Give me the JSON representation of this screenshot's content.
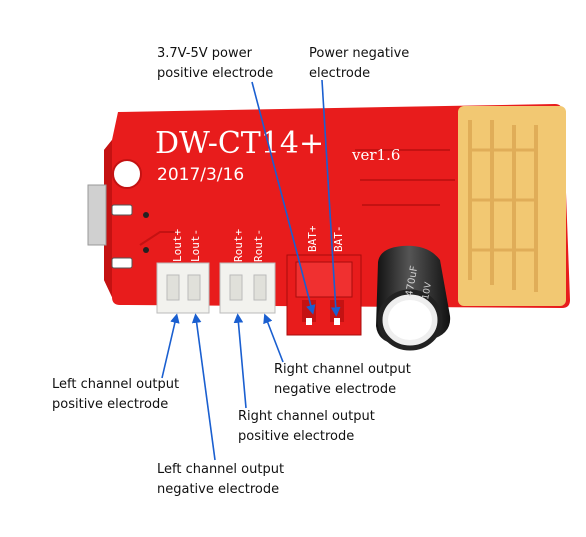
{
  "board": {
    "model": "DW-CT14+",
    "version": "ver1.6",
    "date": "2017/3/16",
    "pins": [
      "Lout+",
      "Lout-",
      "Rout+",
      "Rout-",
      "BAT+",
      "BAT-"
    ],
    "capacitor_value": "470uF",
    "capacitor_voltage": "10V"
  },
  "callouts": {
    "power_positive": [
      "3.7V-5V power",
      "positive electrode"
    ],
    "power_negative": [
      "Power negative",
      "electrode"
    ],
    "left_positive": [
      "Left channel output",
      "positive electrode"
    ],
    "left_negative": [
      "Left channel output",
      "negative electrode"
    ],
    "right_positive": [
      "Right channel output",
      "positive electrode"
    ],
    "right_negative": [
      "Right channel output",
      "negative electrode"
    ]
  },
  "colors": {
    "pcb": "#e81c1c",
    "pcb_dark": "#c41212",
    "silkscreen": "#ffffff",
    "antenna": "#f2c872",
    "connector": "#f2f2ee",
    "capacitor": "#222222",
    "arrow": "#1a5fd0"
  }
}
